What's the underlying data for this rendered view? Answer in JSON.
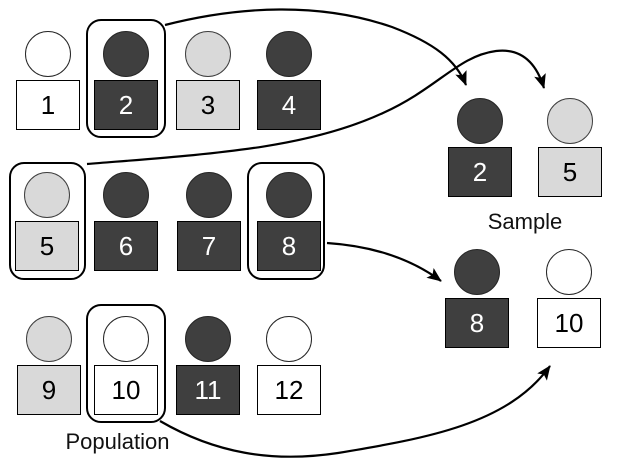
{
  "population": {
    "label": "Population",
    "items": [
      {
        "id": "1",
        "shade": "white",
        "selected": false
      },
      {
        "id": "2",
        "shade": "dark",
        "selected": true
      },
      {
        "id": "3",
        "shade": "light",
        "selected": false
      },
      {
        "id": "4",
        "shade": "dark",
        "selected": false
      },
      {
        "id": "5",
        "shade": "light",
        "selected": true
      },
      {
        "id": "6",
        "shade": "dark",
        "selected": false
      },
      {
        "id": "7",
        "shade": "dark",
        "selected": false
      },
      {
        "id": "8",
        "shade": "dark",
        "selected": true
      },
      {
        "id": "9",
        "shade": "light",
        "selected": false
      },
      {
        "id": "10",
        "shade": "white",
        "selected": true
      },
      {
        "id": "11",
        "shade": "dark",
        "selected": false
      },
      {
        "id": "12",
        "shade": "white",
        "selected": false
      }
    ]
  },
  "sample": {
    "label": "Sample",
    "items": [
      {
        "id": "2",
        "shade": "dark"
      },
      {
        "id": "5",
        "shade": "light"
      },
      {
        "id": "8",
        "shade": "dark"
      },
      {
        "id": "10",
        "shade": "white"
      }
    ]
  },
  "arrows": [
    {
      "from": "population-2",
      "to": "sample-2"
    },
    {
      "from": "population-5",
      "to": "sample-5"
    },
    {
      "from": "population-8",
      "to": "sample-8"
    },
    {
      "from": "population-10",
      "to": "sample-10"
    }
  ],
  "colors": {
    "dark_fill": "#3f3f3f",
    "light_fill": "#d9d9d9",
    "white_fill": "#ffffff",
    "stroke": "#000000"
  }
}
